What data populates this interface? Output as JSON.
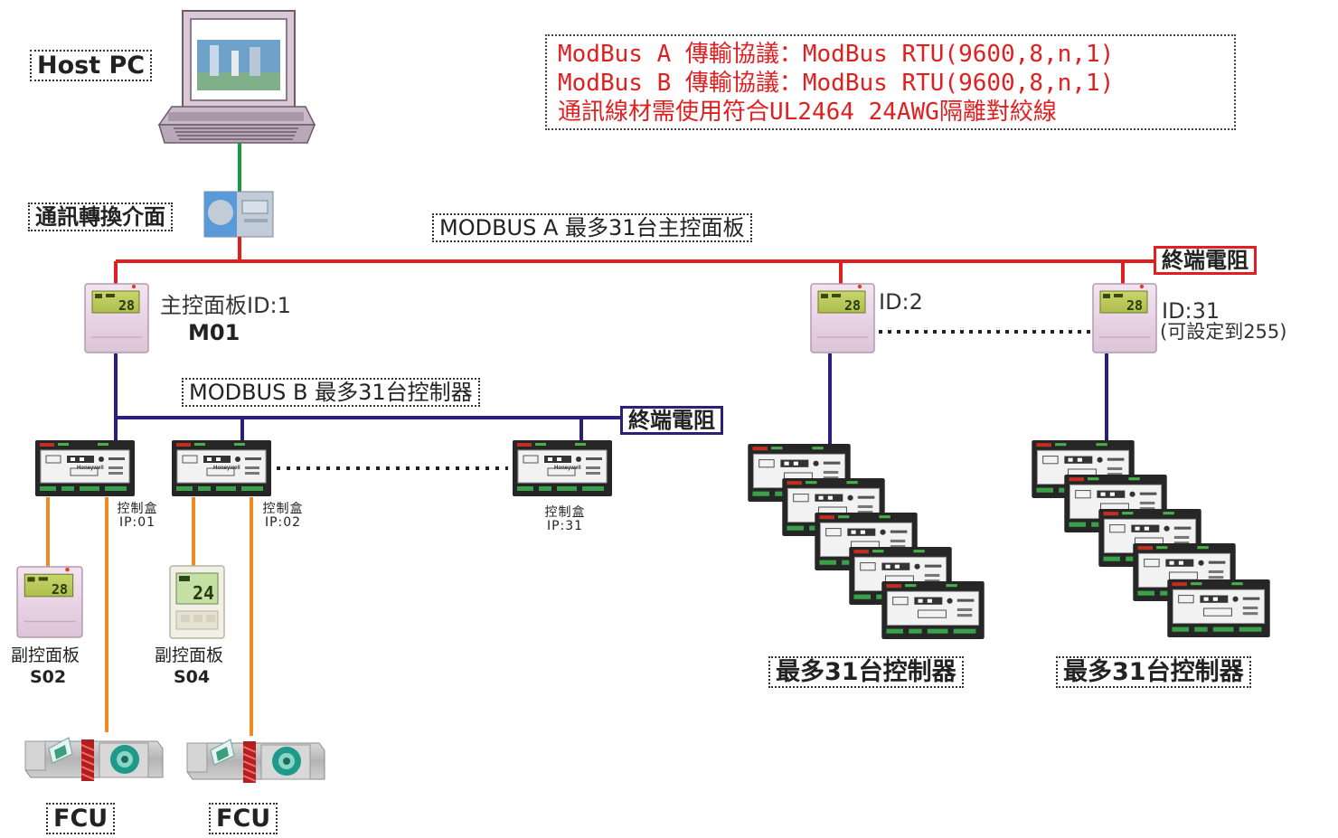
{
  "host_pc": "Host PC",
  "converter": "通訊轉換介面",
  "protocol": {
    "line1": "ModBus A 傳輸協議：ModBus RTU(9600,8,n,1)",
    "line2": "ModBus B 傳輸協議：ModBus RTU(9600,8,n,1)",
    "line3": "通訊線材需使用符合UL2464 24AWG隔離對絞線"
  },
  "modbus_a": "MODBUS A 最多31台主控面板",
  "modbus_b": "MODBUS B 最多31台控制器",
  "terminator_a": "終端電阻",
  "terminator_b": "終端電阻",
  "panel1": {
    "id": "主控面板ID:1",
    "name": "M01",
    "lcd": "28"
  },
  "panel2": {
    "id": "ID:2",
    "lcd": "28"
  },
  "panel31": {
    "id": "ID:31",
    "note": "(可設定到255)",
    "lcd": "28"
  },
  "box1": {
    "name": "控制盒",
    "ip": "IP:01"
  },
  "box2": {
    "name": "控制盒",
    "ip": "IP:02"
  },
  "box31": {
    "name": "控制盒",
    "ip": "IP:31"
  },
  "sub1": {
    "name": "副控面板",
    "code": "S02",
    "lcd": "28"
  },
  "sub2": {
    "name": "副控面板",
    "code": "S04",
    "lcd": "24"
  },
  "fcu1": "FCU",
  "fcu2": "FCU",
  "group2": "最多31台控制器",
  "group3": "最多31台控制器",
  "colors": {
    "bus_a": "#e02020",
    "bus_b": "#2a1f7a",
    "fcu_wire": "#f08a24",
    "pc_link": "#1a9a3a"
  },
  "brand": "Honeywell"
}
